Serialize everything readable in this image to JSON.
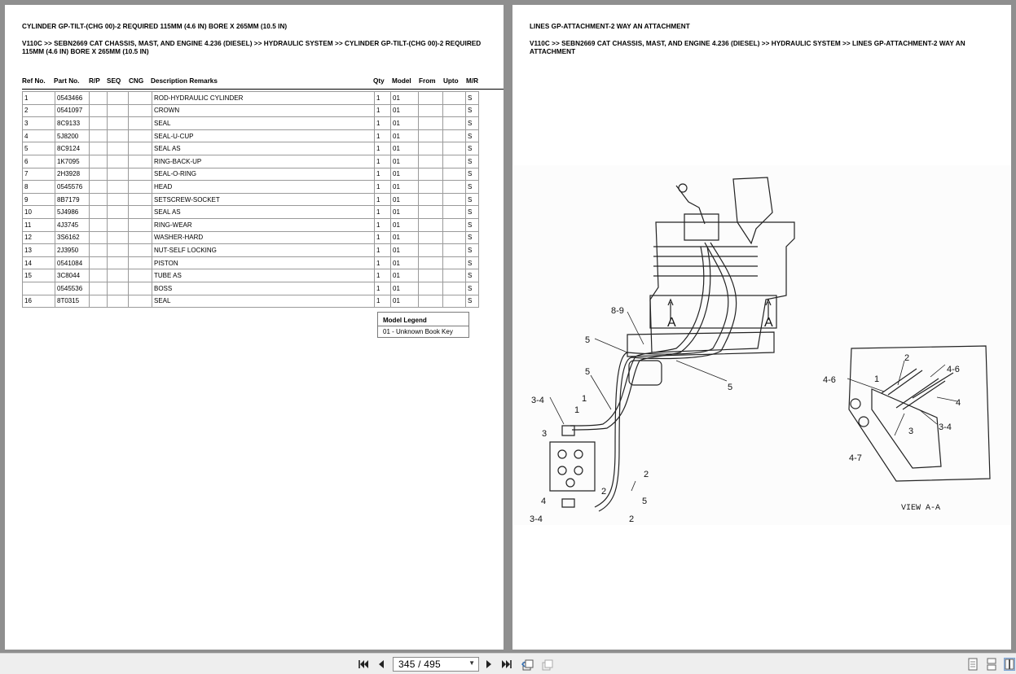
{
  "left_page": {
    "title": "CYLINDER GP-TILT-(CHG 00)-2 REQUIRED 115MM (4.6 IN) BORE X 265MM (10.5 IN)",
    "breadcrumb": "V110C >> SEBN2669 CAT CHASSIS, MAST, AND ENGINE 4.236 (DIESEL) >> HYDRAULIC SYSTEM >> CYLINDER GP-TILT-(CHG 00)-2 REQUIRED 115MM (4.6 IN) BORE X 265MM (10.5 IN)",
    "columns": [
      "Ref No.",
      "Part No.",
      "R/P",
      "SEQ",
      "CNG",
      "Description Remarks",
      "Qty",
      "Model",
      "From",
      "Upto",
      "M/R"
    ],
    "rows": [
      {
        "ref": "1",
        "part": "0543466",
        "rp": "",
        "seq": "",
        "cng": "",
        "desc": "ROD-HYDRAULIC CYLINDER",
        "qty": "1",
        "model": "01",
        "from": "",
        "upto": "",
        "mr": "S"
      },
      {
        "ref": "2",
        "part": "0541097",
        "rp": "",
        "seq": "",
        "cng": "",
        "desc": "CROWN",
        "qty": "1",
        "model": "01",
        "from": "",
        "upto": "",
        "mr": "S"
      },
      {
        "ref": "3",
        "part": "8C9133",
        "rp": "",
        "seq": "",
        "cng": "",
        "desc": "SEAL",
        "qty": "1",
        "model": "01",
        "from": "",
        "upto": "",
        "mr": "S"
      },
      {
        "ref": "4",
        "part": "5J8200",
        "rp": "",
        "seq": "",
        "cng": "",
        "desc": "SEAL-U-CUP",
        "qty": "1",
        "model": "01",
        "from": "",
        "upto": "",
        "mr": "S"
      },
      {
        "ref": "5",
        "part": "8C9124",
        "rp": "",
        "seq": "",
        "cng": "",
        "desc": "SEAL AS",
        "qty": "1",
        "model": "01",
        "from": "",
        "upto": "",
        "mr": "S"
      },
      {
        "ref": "6",
        "part": "1K7095",
        "rp": "",
        "seq": "",
        "cng": "",
        "desc": "RING-BACK-UP",
        "qty": "1",
        "model": "01",
        "from": "",
        "upto": "",
        "mr": "S"
      },
      {
        "ref": "7",
        "part": "2H3928",
        "rp": "",
        "seq": "",
        "cng": "",
        "desc": "SEAL-O-RING",
        "qty": "1",
        "model": "01",
        "from": "",
        "upto": "",
        "mr": "S"
      },
      {
        "ref": "8",
        "part": "0545576",
        "rp": "",
        "seq": "",
        "cng": "",
        "desc": "HEAD",
        "qty": "1",
        "model": "01",
        "from": "",
        "upto": "",
        "mr": "S"
      },
      {
        "ref": "9",
        "part": "8B7179",
        "rp": "",
        "seq": "",
        "cng": "",
        "desc": "SETSCREW-SOCKET",
        "qty": "1",
        "model": "01",
        "from": "",
        "upto": "",
        "mr": "S"
      },
      {
        "ref": "10",
        "part": "5J4986",
        "rp": "",
        "seq": "",
        "cng": "",
        "desc": "SEAL AS",
        "qty": "1",
        "model": "01",
        "from": "",
        "upto": "",
        "mr": "S"
      },
      {
        "ref": "11",
        "part": "4J3745",
        "rp": "",
        "seq": "",
        "cng": "",
        "desc": "RING-WEAR",
        "qty": "1",
        "model": "01",
        "from": "",
        "upto": "",
        "mr": "S"
      },
      {
        "ref": "12",
        "part": "3S6162",
        "rp": "",
        "seq": "",
        "cng": "",
        "desc": "WASHER-HARD",
        "qty": "1",
        "model": "01",
        "from": "",
        "upto": "",
        "mr": "S"
      },
      {
        "ref": "13",
        "part": "2J3950",
        "rp": "",
        "seq": "",
        "cng": "",
        "desc": "NUT-SELF LOCKING",
        "qty": "1",
        "model": "01",
        "from": "",
        "upto": "",
        "mr": "S"
      },
      {
        "ref": "14",
        "part": "0541084",
        "rp": "",
        "seq": "",
        "cng": "",
        "desc": "PISTON",
        "qty": "1",
        "model": "01",
        "from": "",
        "upto": "",
        "mr": "S"
      },
      {
        "ref": "15",
        "part": "3C8044",
        "rp": "",
        "seq": "",
        "cng": "",
        "desc": "TUBE AS",
        "qty": "1",
        "model": "01",
        "from": "",
        "upto": "",
        "mr": "S"
      },
      {
        "ref": "",
        "part": "0545536",
        "rp": "",
        "seq": "",
        "cng": "",
        "desc": "BOSS",
        "qty": "1",
        "model": "01",
        "from": "",
        "upto": "",
        "mr": "S"
      },
      {
        "ref": "16",
        "part": "8T0315",
        "rp": "",
        "seq": "",
        "cng": "",
        "desc": "SEAL",
        "qty": "1",
        "model": "01",
        "from": "",
        "upto": "",
        "mr": "S"
      }
    ],
    "legend": {
      "title": "Model Legend",
      "item": "01 - Unknown Book Key"
    }
  },
  "right_page": {
    "title": "LINES GP-ATTACHMENT-2 WAY AN ATTACHMENT",
    "breadcrumb": "V110C >> SEBN2669 CAT CHASSIS, MAST, AND ENGINE 4.236 (DIESEL) >> HYDRAULIC SYSTEM >> LINES GP-ATTACHMENT-2 WAY AN ATTACHMENT",
    "figure_labels": {
      "l89": "8-9",
      "l5a": "5",
      "l5b": "5",
      "l5c": "5",
      "l5d": "5",
      "l34a": "3-4",
      "l3": "3",
      "l1a": "1",
      "l1b": "1",
      "l2a": "2",
      "l2b": "2",
      "l2c": "2",
      "l4": "4",
      "l34b": "3-4",
      "sec_a1": "A",
      "sec_a2": "A",
      "v2": "2",
      "v46a": "4-6",
      "v46b": "4-6",
      "v1": "1",
      "v4": "4",
      "v34": "3-4",
      "v3": "3",
      "v47": "4-7",
      "view": "VIEW  A-A"
    }
  },
  "toolbar": {
    "page_indicator": "345 / 495"
  },
  "colors": {
    "viewer_bg": "#8f8f8f",
    "toolbar_bg": "#eeeeee",
    "page_bg": "#ffffff"
  }
}
